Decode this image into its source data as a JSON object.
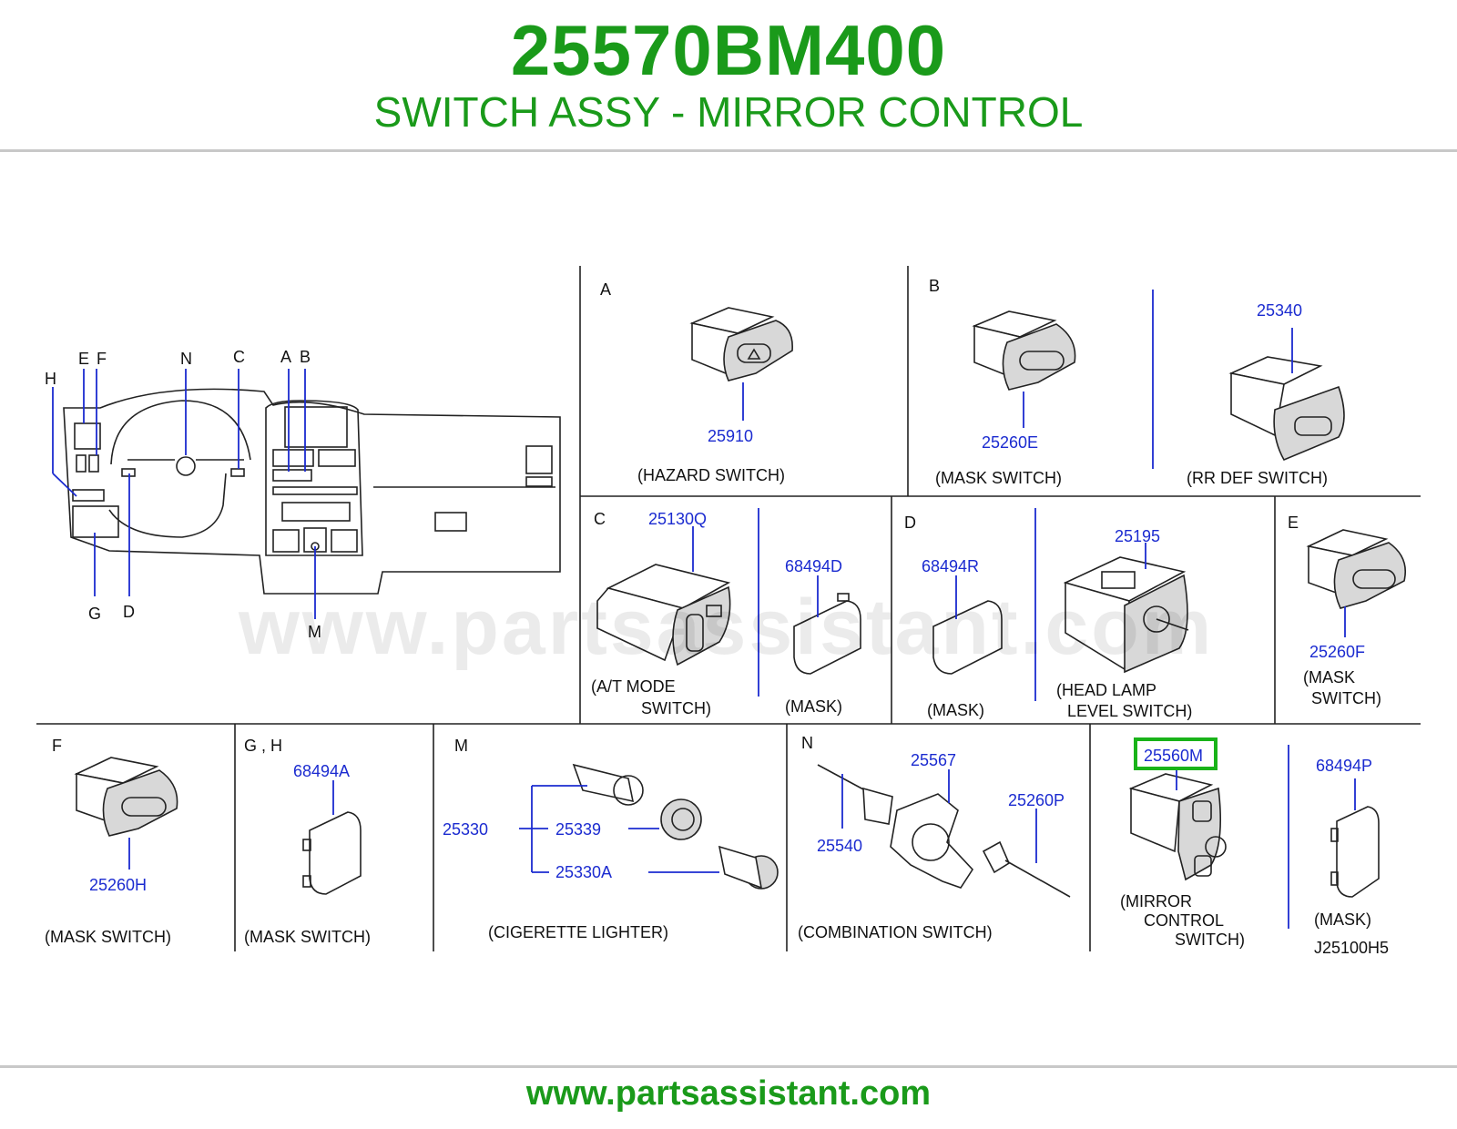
{
  "header": {
    "part_number": "25570BM400",
    "part_name": "SWITCH ASSY - MIRROR CONTROL"
  },
  "footer": {
    "url": "www.partsassistant.com"
  },
  "watermark": "www.partsassistant.com",
  "colors": {
    "title_green": "#1a9a1a",
    "part_blue": "#1b2bd0",
    "highlight": "#19b319"
  },
  "dashboard": {
    "callouts": [
      "E",
      "F",
      "H",
      "N",
      "C",
      "A",
      "B",
      "G",
      "D",
      "M"
    ]
  },
  "panels": {
    "A": {
      "letter": "A",
      "part": "25910",
      "caption": "(HAZARD   SWITCH)"
    },
    "B": {
      "letter": "B",
      "part": "25260E",
      "caption": "(MASK   SWITCH)",
      "part2": "25340",
      "caption2": "(RR   DEF   SWITCH)"
    },
    "C": {
      "letter": "C",
      "part": "25130Q",
      "caption1": "(A/T   MODE",
      "caption2": "SWITCH)",
      "part2": "68494D",
      "caption3": "(MASK)"
    },
    "D": {
      "letter": "D",
      "part": "68494R",
      "caption": "(MASK)",
      "part2": "25195",
      "caption2a": "(HEAD   LAMP",
      "caption2b": "LEVEL   SWITCH)"
    },
    "E": {
      "letter": "E",
      "part": "25260F",
      "caption1": "(MASK",
      "caption2": "SWITCH)"
    },
    "F": {
      "letter": "F",
      "part": "25260H",
      "caption": "(MASK   SWITCH)"
    },
    "GH": {
      "letter": "G  ,  H",
      "part": "68494A",
      "caption": "(MASK   SWITCH)"
    },
    "M": {
      "letter": "M",
      "part_group": "25330",
      "part_a": "25339",
      "part_b": "25330A",
      "caption": "(CIGERETTE   LIGHTER)"
    },
    "N": {
      "letter": "N",
      "part_a": "25567",
      "part_b": "25540",
      "part_c": "25260P",
      "caption": "(COMBINATION   SWITCH)"
    },
    "MIRROR": {
      "part": "25560M",
      "caption1": "(MIRROR",
      "caption2": "CONTROL",
      "caption3": "SWITCH)",
      "part2": "68494P",
      "caption4": "(MASK)",
      "ref": "J25100H5"
    }
  }
}
